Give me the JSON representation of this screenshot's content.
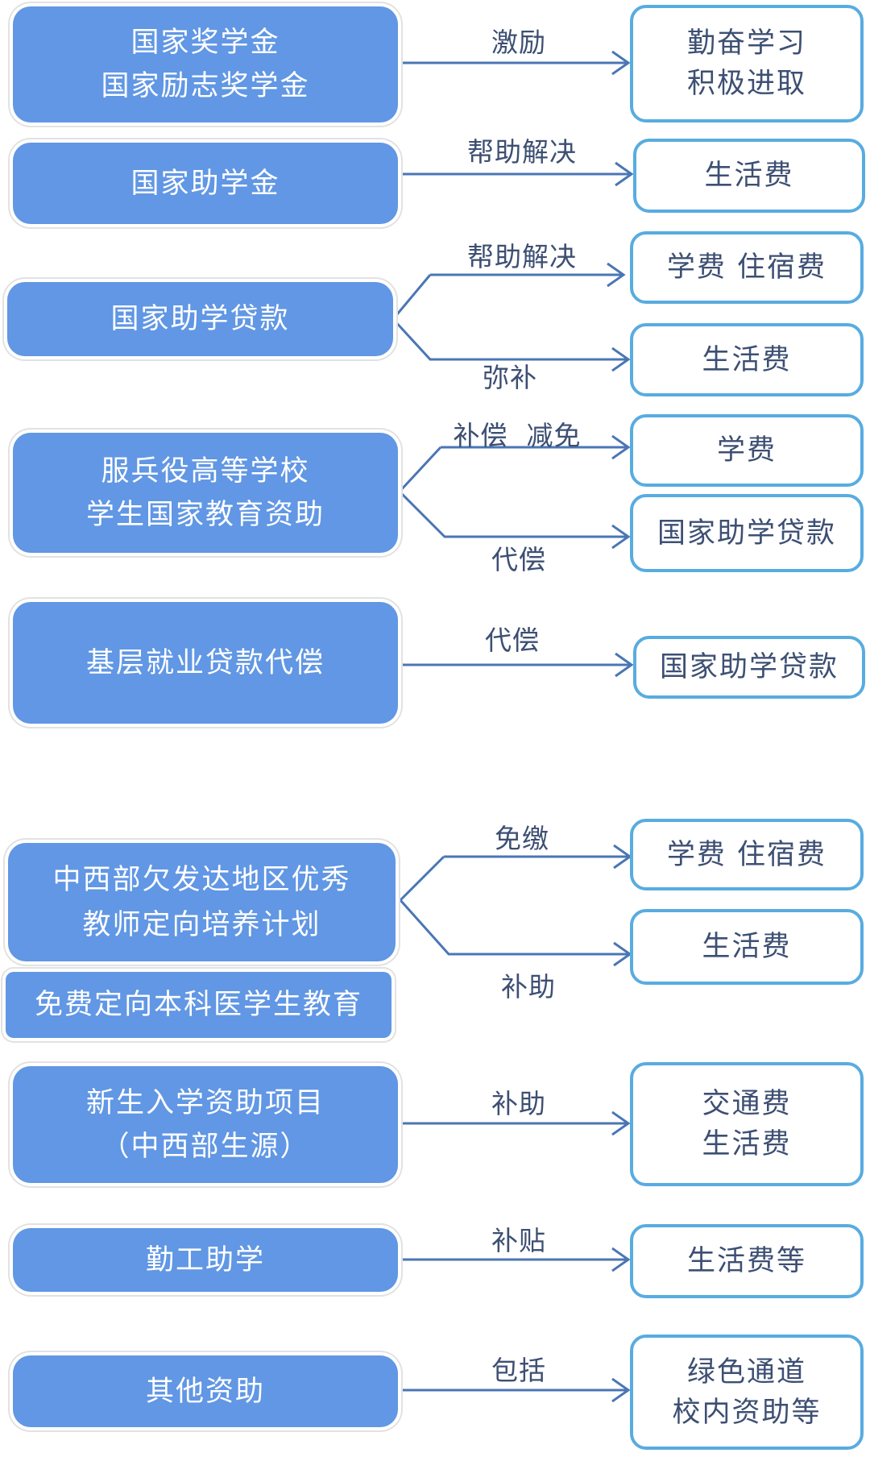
{
  "rows": [
    {
      "left": [
        "国家奖学金",
        "国家励志奖学金"
      ],
      "labels": [
        "激励"
      ],
      "targets": [
        [
          "勤奋学习",
          "积极进取"
        ]
      ]
    },
    {
      "left": [
        "国家助学金"
      ],
      "labels": [
        "帮助解决"
      ],
      "targets": [
        [
          "生活费"
        ]
      ]
    },
    {
      "left": [
        "国家助学贷款"
      ],
      "labels": [
        "帮助解决",
        "弥补"
      ],
      "targets": [
        [
          "学费  住宿费"
        ],
        [
          "生活费"
        ]
      ]
    },
    {
      "left": [
        "服兵役高等学校",
        "学生国家教育资助"
      ],
      "labels": [
        "补偿  减免",
        "代偿"
      ],
      "targets": [
        [
          "学费"
        ],
        [
          "国家助学贷款"
        ]
      ]
    },
    {
      "left": [
        "基层就业贷款代偿"
      ],
      "labels": [
        "代偿"
      ],
      "targets": [
        [
          "国家助学贷款"
        ]
      ]
    },
    {
      "left": [
        "中西部欠发达地区优秀",
        "教师定向培养计划"
      ],
      "left_extra": "免费定向本科医学生教育",
      "labels": [
        "免缴",
        "补助"
      ],
      "targets": [
        [
          "学费  住宿费"
        ],
        [
          "生活费"
        ]
      ]
    },
    {
      "left": [
        "新生入学资助项目",
        "（中西部生源）"
      ],
      "labels": [
        "补助"
      ],
      "targets": [
        [
          "交通费",
          "生活费"
        ]
      ]
    },
    {
      "left": [
        "勤工助学"
      ],
      "labels": [
        "补贴"
      ],
      "targets": [
        [
          "生活费等"
        ]
      ]
    },
    {
      "left": [
        "其他资助"
      ],
      "labels": [
        "包括"
      ],
      "targets": [
        [
          "绿色通道",
          "校内资助等"
        ]
      ]
    }
  ],
  "colors": {
    "left_fill": "#6197e4",
    "right_border": "#58ace0",
    "arrow": "#4a76b4"
  }
}
